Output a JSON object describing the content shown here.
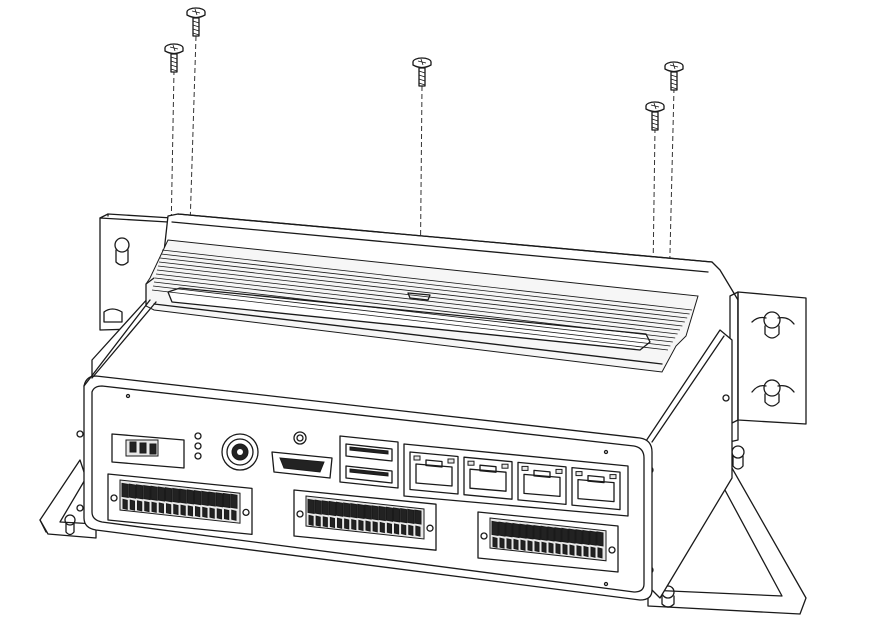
{
  "diagram": {
    "subject": "box-pc-wall-mount-bracket-installation",
    "screw_count": 5,
    "rj45_port_count": 4,
    "terminal_block_count": 3,
    "usb_port_count": 2,
    "led_count": 3,
    "colors": {
      "line": "#1a1a1a",
      "background": "#ffffff",
      "shade": "#e8e8e8"
    }
  }
}
